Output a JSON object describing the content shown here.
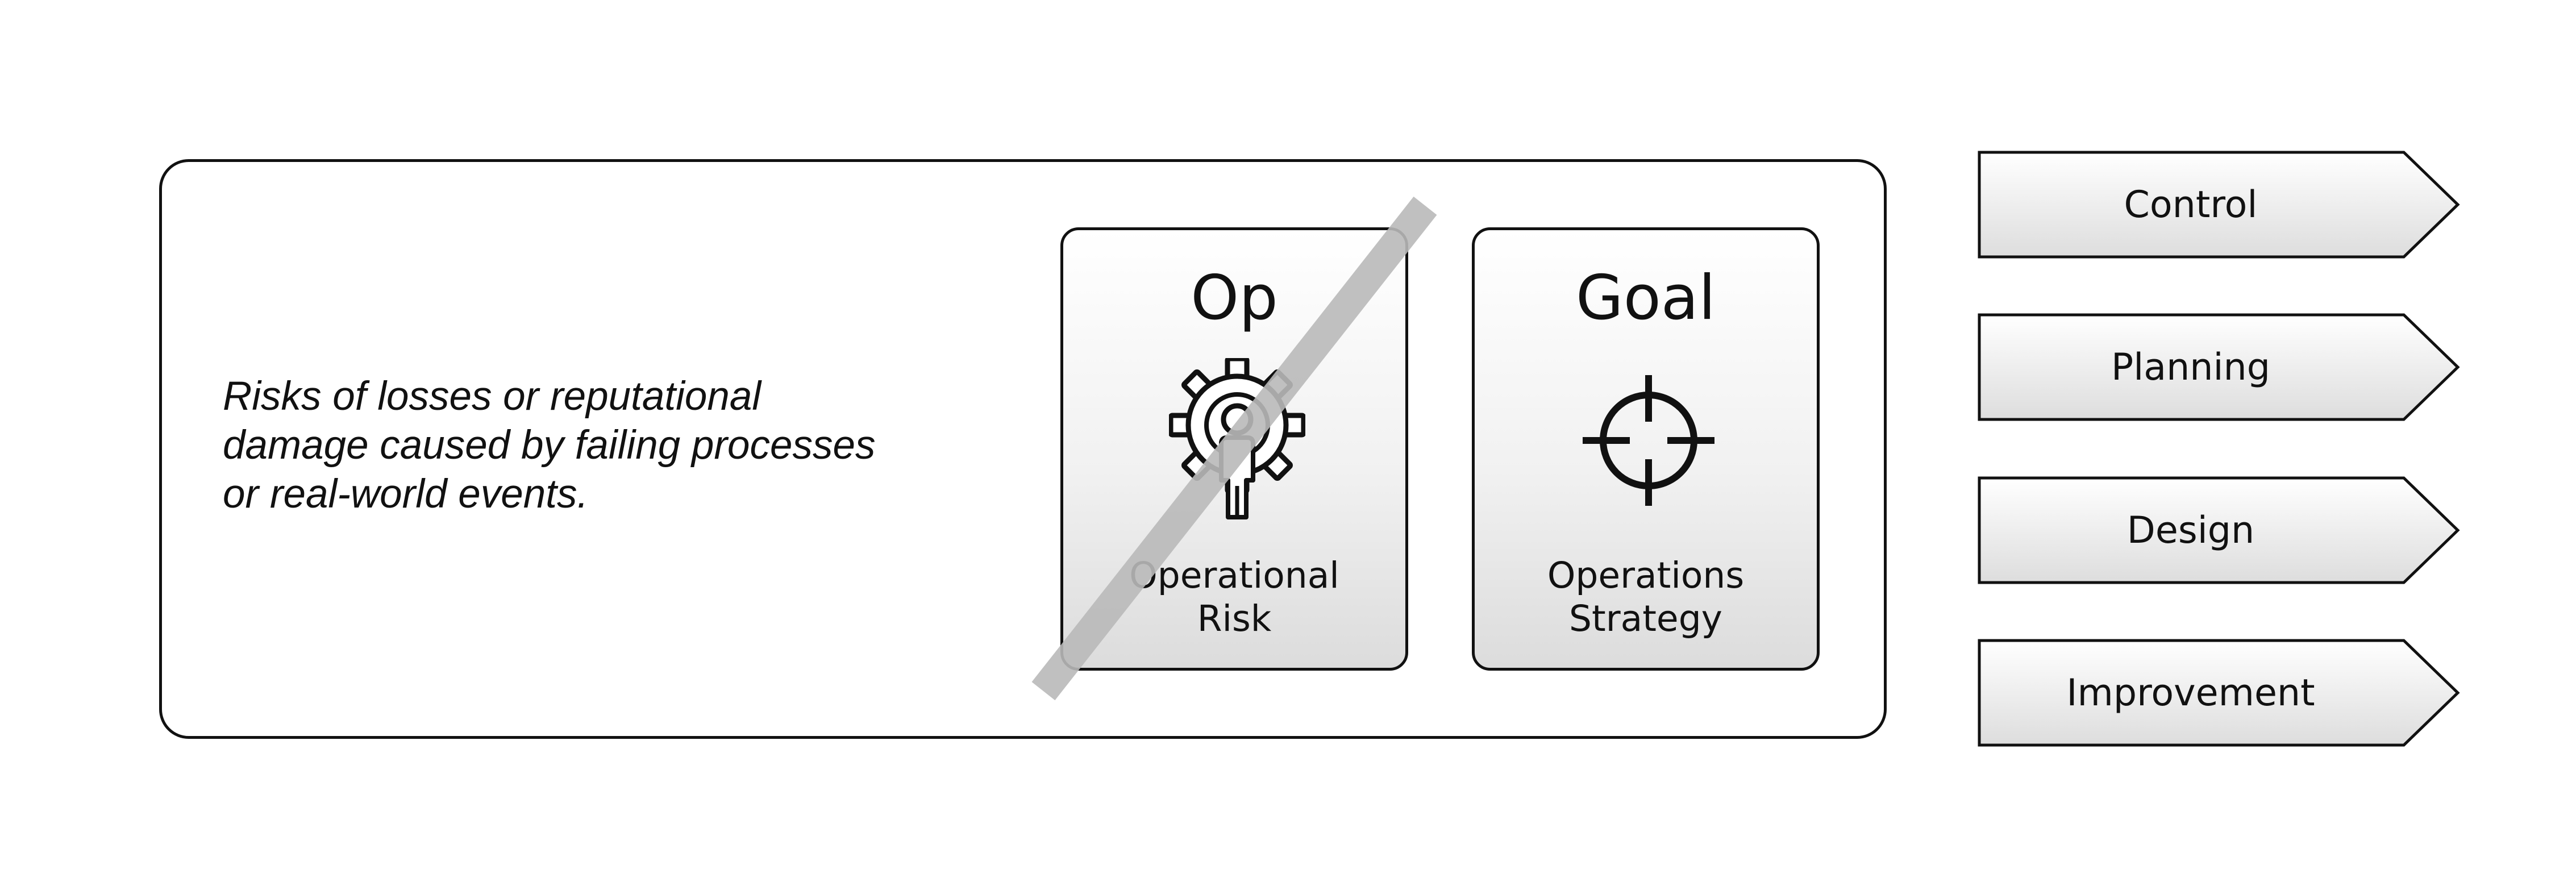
{
  "description": "Risks of losses or reputational\ndamage caused by failing processes\nor real-world events.",
  "cards": [
    {
      "title": "Op",
      "label": "Operational\nRisk",
      "icon": "gear-person-icon",
      "struck_through": true
    },
    {
      "title": "Goal",
      "label": "Operations\nStrategy",
      "icon": "crosshair-icon",
      "struck_through": false
    }
  ],
  "arrows": [
    {
      "label": "Control"
    },
    {
      "label": "Planning"
    },
    {
      "label": "Design"
    },
    {
      "label": "Improvement"
    }
  ],
  "colors": {
    "outline": "#111111",
    "strike": "#b9b9b9",
    "card_gradient_top": "#ffffff",
    "card_gradient_bottom": "#dcdcdc"
  }
}
